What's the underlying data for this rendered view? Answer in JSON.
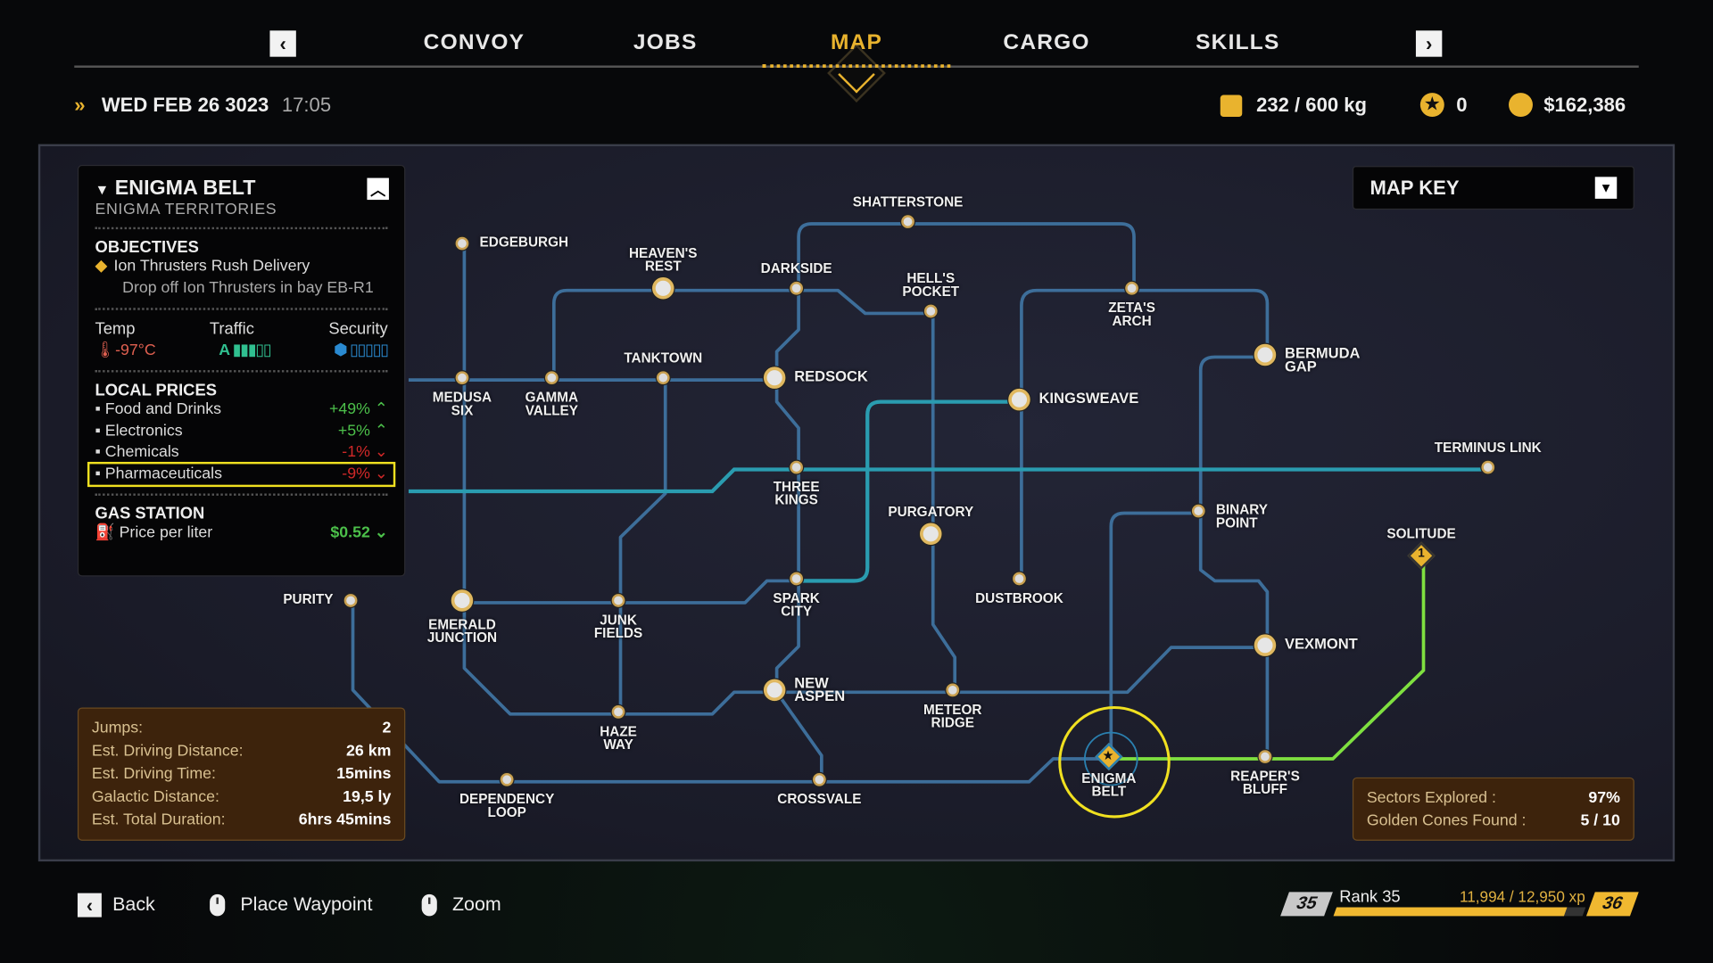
{
  "nav": {
    "tabs": [
      "CONVOY",
      "JOBS",
      "MAP",
      "CARGO",
      "SKILLS"
    ],
    "active": "MAP",
    "prev": "‹",
    "next": "›"
  },
  "status": {
    "date": "WED FEB 26 3023",
    "time": "17:05",
    "cargo": "232 / 600 kg",
    "stars": "0",
    "money": "$162,386"
  },
  "location": {
    "name": "ENIGMA BELT",
    "region": "ENIGMA TERRITORIES",
    "objectives_title": "OBJECTIVES",
    "objective": "Ion Thrusters Rush Delivery",
    "objective_detail": "Drop off Ion Thrusters in bay EB-R1",
    "temp_label": "Temp",
    "temp": "-97°C",
    "traffic_label": "Traffic",
    "traffic_level": 3,
    "security_label": "Security",
    "security_level": 0,
    "prices_title": "LOCAL PRICES",
    "prices": [
      {
        "name": "Food and Drinks",
        "change": "+49%",
        "dir": "up"
      },
      {
        "name": "Electronics",
        "change": "+5%",
        "dir": "up"
      },
      {
        "name": "Chemicals",
        "change": "-1%",
        "dir": "down"
      },
      {
        "name": "Pharmaceuticals",
        "change": "-9%",
        "dir": "down"
      }
    ],
    "gas_title": "GAS STATION",
    "gas_label": "Price per liter",
    "gas_price": "$0.52"
  },
  "map_key": "MAP KEY",
  "map": {
    "nodes": {
      "shatterstone": "SHATTERSTONE",
      "edgeburgh": "EDGEBURGH",
      "heavens_rest": "HEAVEN'S\nREST",
      "darkside": "DARKSIDE",
      "hells_pocket": "HELL'S\nPOCKET",
      "zetas_arch": "ZETA'S\nARCH",
      "bermuda_gap": "BERMUDA\nGAP",
      "medusa_six": "MEDUSA\nSIX",
      "gamma_valley": "GAMMA\nVALLEY",
      "tanktown": "TANKTOWN",
      "redsock": "REDSOCK",
      "kingsweave": "KINGSWEAVE",
      "terminus_link": "TERMINUS LINK",
      "three_kings": "THREE\nKINGS",
      "purgatory": "PURGATORY",
      "binary_point": "BINARY\nPOINT",
      "solitude": "SOLITUDE",
      "dustbrook": "DUSTBROOK",
      "spark_city": "SPARK\nCITY",
      "purity": "PURITY",
      "emerald_junction": "EMERALD\nJUNCTION",
      "junk_fields": "JUNK\nFIELDS",
      "vexmont": "VEXMONT",
      "new_aspen": "NEW\nASPEN",
      "meteor_ridge": "METEOR\nRIDGE",
      "haze_way": "HAZE\nWAY",
      "dependency_loop": "DEPENDENCY\nLOOP",
      "crossvale": "CROSSVALE",
      "enigma_belt": "ENIGMA\nBELT",
      "reapers_bluff": "REAPER'S\nBLUFF"
    },
    "solitude_marker": "1"
  },
  "route": [
    {
      "label": "Jumps:",
      "value": "2"
    },
    {
      "label": "Est. Driving Distance:",
      "value": "26 km"
    },
    {
      "label": "Est. Driving Time:",
      "value": "15mins"
    },
    {
      "label": "Galactic Distance:",
      "value": "19,5 ly"
    },
    {
      "label": "Est. Total Duration:",
      "value": "6hrs 45mins"
    }
  ],
  "exploration": [
    {
      "label": "Sectors Explored :",
      "value": "97%"
    },
    {
      "label": "Golden Cones Found :",
      "value": "5 / 10"
    }
  ],
  "footer": {
    "back": "Back",
    "waypoint": "Place Waypoint",
    "zoom": "Zoom"
  },
  "rank": {
    "current": "35",
    "next": "36",
    "label": "Rank 35",
    "xp": "11,994 / 12,950 xp",
    "progress": 0.926
  },
  "colors": {
    "accent": "#e9b32e",
    "route": "#7fe040",
    "line": "#3d6e9a"
  }
}
